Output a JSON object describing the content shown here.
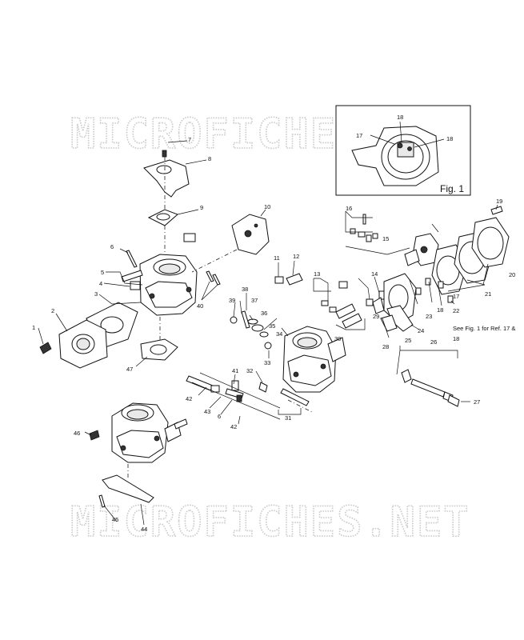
{
  "watermark": {
    "text": "MICROFICHES.NET"
  },
  "fig1": {
    "caption": "Fig. 1",
    "callouts": [
      "17",
      "18",
      "18"
    ]
  },
  "note": {
    "line1": "See Fig. 1 for Ref. 17 &",
    "line2": "18"
  },
  "callouts": [
    "1",
    "2",
    "3",
    "4",
    "5",
    "6",
    "7",
    "8",
    "9",
    "10",
    "11",
    "12",
    "13",
    "14",
    "15",
    "16",
    "17",
    "18",
    "19",
    "20",
    "21",
    "22",
    "23",
    "24",
    "25",
    "26",
    "27",
    "28",
    "29",
    "30",
    "31",
    "32",
    "33",
    "34",
    "35",
    "36",
    "37",
    "38",
    "39",
    "40",
    "41",
    "42",
    "42",
    "43",
    "44",
    "45",
    "46",
    "47",
    "6"
  ]
}
